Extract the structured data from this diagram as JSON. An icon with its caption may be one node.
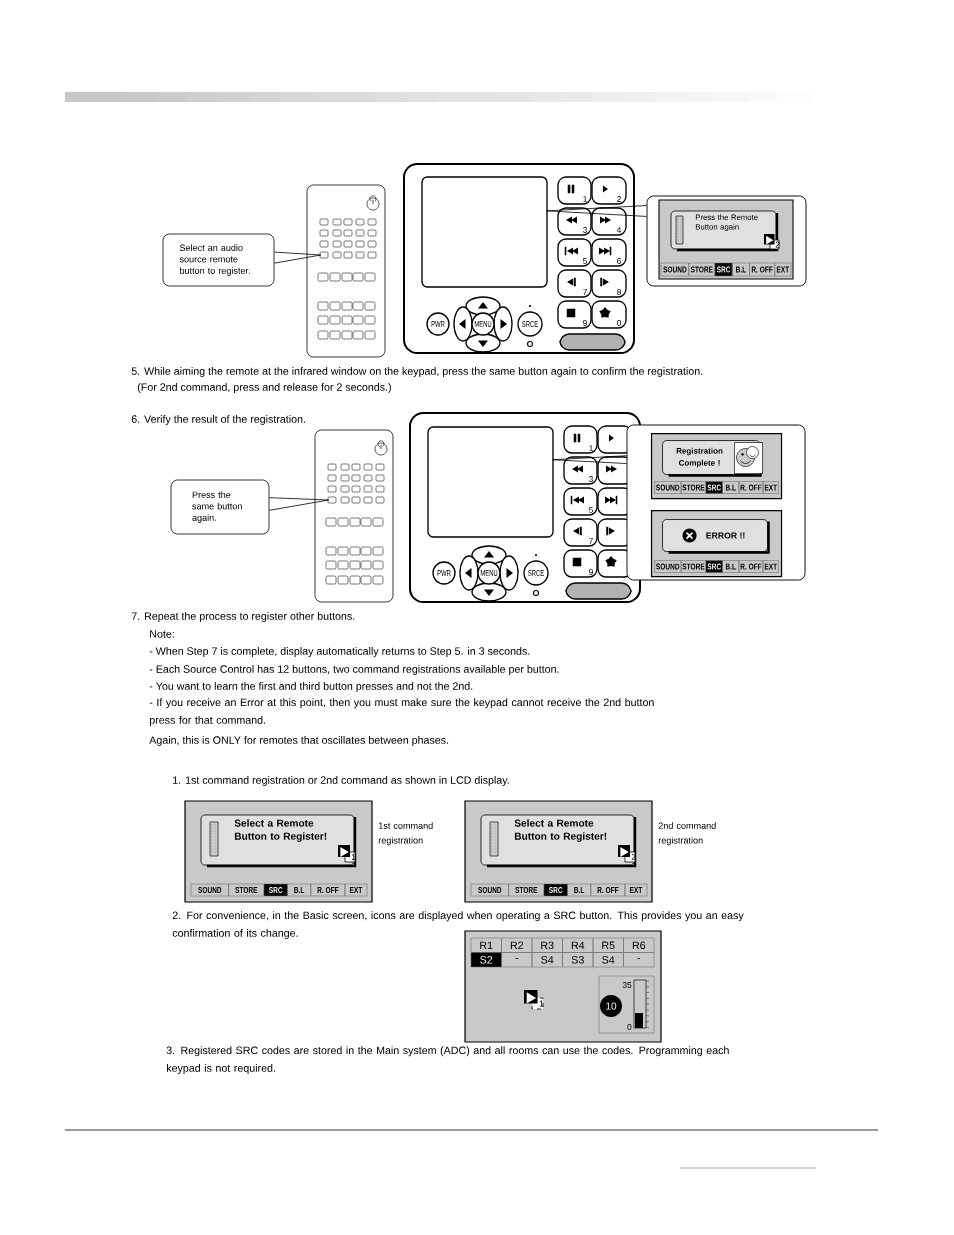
{
  "diagram": {
    "nodes": [
      {
        "text": [
          "Select an audio source remote button to register."
        ]
      },
      {
        "text": [],
        "shape": "box"
      },
      {
        "text": [],
        "shape": "box"
      },
      {
        "text": [
          "Press the Remote Button again",
          "2",
          "SOUND",
          "STORE",
          "SRC",
          "B.L",
          "R. OFF",
          "EXT"
        ]
      },
      {
        "text": [
          "Press the same button again."
        ]
      },
      {
        "text": [],
        "shape": "box"
      },
      {
        "text": [],
        "shape": "box"
      },
      {
        "text": [],
        "shape": "box"
      },
      {
        "text": [
          "Registration Complete !",
          "SOUND",
          "STORE",
          "SRC",
          "B.L",
          "R. OFF",
          "EXT"
        ],
        "in": 7
      },
      {
        "text": [
          "ERROR !!",
          "SOUND",
          "STORE",
          "SRC",
          "B.L",
          "R. OFF",
          "EXT"
        ],
        "in": 7
      },
      {
        "text": [
          "Select a Remote Button to Register!",
          "1",
          "SOUND",
          "STORE",
          "SRC",
          "B.L",
          "R. OFF",
          "EXT"
        ],
        "beside": [
          "1st command registration"
        ]
      },
      {
        "text": [
          "Select a Remote Button to Register!",
          "2",
          "SOUND",
          "STORE",
          "SRC",
          "B.L",
          "R. OFF",
          "EXT"
        ],
        "beside": [
          "2nd command registration"
        ]
      },
      {
        "text": [
          "R1",
          "R2",
          "R3",
          "R4",
          "R5",
          "R6",
          "S2",
          "-",
          "S4",
          "S3",
          "S4",
          "-",
          "1",
          "35",
          "10",
          "0"
        ]
      }
    ],
    "edges": [
      {
        "from": 0,
        "to": 1,
        "arrow": "none"
      },
      {
        "from": 3,
        "to": 2,
        "arrow": "none"
      },
      {
        "from": 4,
        "to": 5,
        "arrow": "none"
      },
      {
        "from": 7,
        "to": 6,
        "arrow": "none"
      }
    ],
    "labels": [
      "1",
      "2",
      "3",
      "4",
      "5",
      "6",
      "7",
      "8",
      "PWR",
      "MENU",
      "SRCE",
      "9",
      "0",
      "5.  While aiming the remote at the infrared window on the keypad, press the same button again to confirm the registration.",
      "(For 2nd command, press and release for 2 seconds.)",
      "6.  Verify the result of the registration.",
      "1",
      "3",
      "5",
      "7",
      "PWR",
      "MENU",
      "SRCE",
      "9",
      "7.  Repeat the process to register other buttons.",
      "Note:",
      "- When Step 7 is complete, display automatically returns to Step 5. in 3 seconds.",
      "- Each Source Control has 12 buttons, two command registrations available per button.",
      "- You want to learn the first and third button presses and not the 2nd.",
      "- If you receive an Error at this point, then you must make sure the keypad cannot receive the 2nd button press for that command.",
      "Again, this is ONLY for remotes that oscillates between phases.",
      "1.  1st command registration or 2nd command as shown in LCD display.",
      "2. For convenience, in the Basic screen, icons are displayed when operating a SRC button.  This provides you an easy confirmation of its change.",
      "3. Registered SRC codes are stored in the Main system (ADC) and all rooms can use the codes. Programming each keypad is not required."
    ]
  }
}
